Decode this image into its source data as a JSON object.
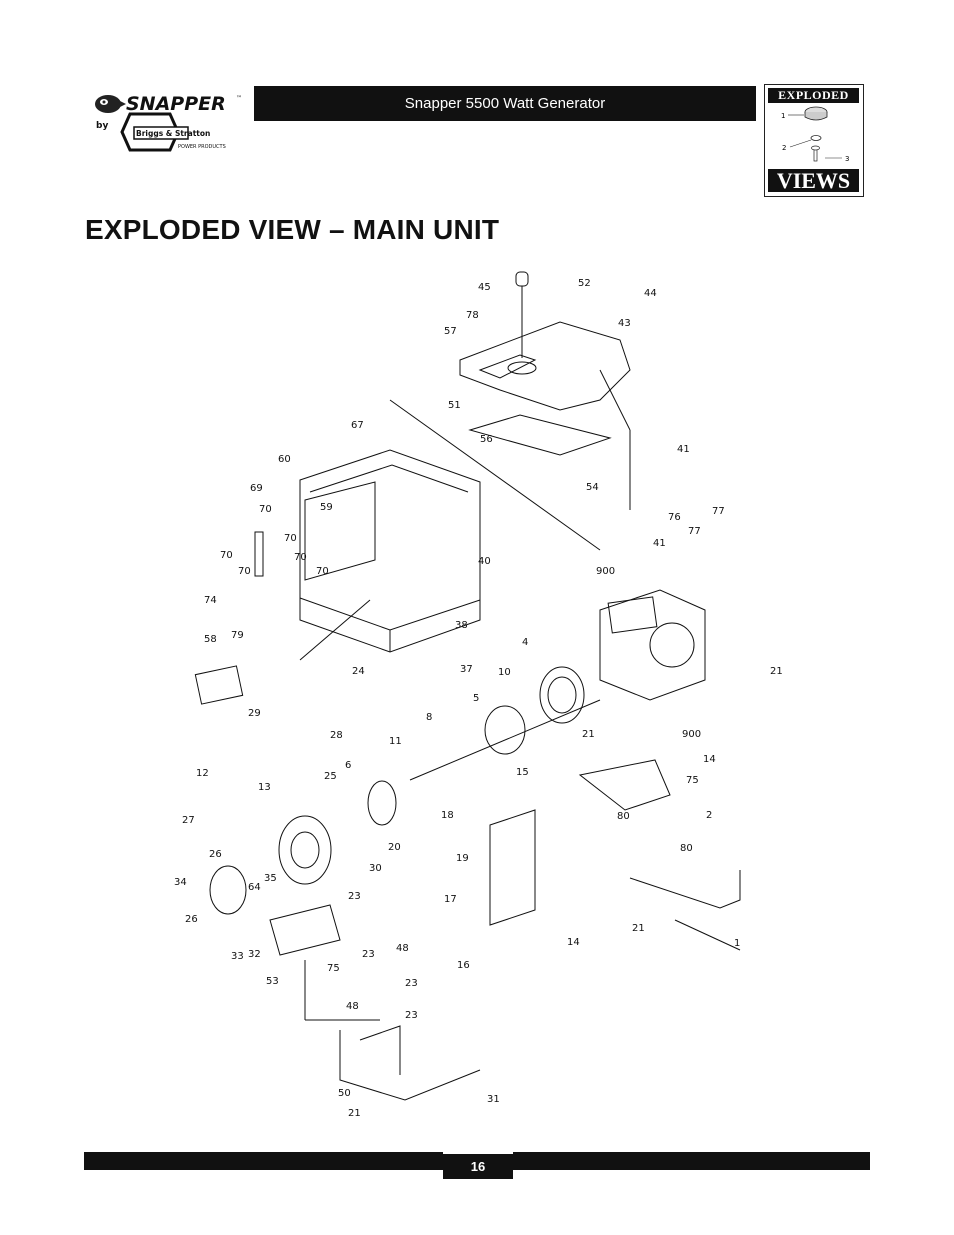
{
  "logo": {
    "brand": "SNAPPER",
    "tm": "™",
    "by": "by",
    "maker": "Briggs & Stratton",
    "maker_sub": "POWER PRODUCTS"
  },
  "header": {
    "title": "Snapper 5500 Watt Generator"
  },
  "views_box": {
    "top_label": "EXPLODED",
    "bottom_label": "VIEWS",
    "callouts": [
      "1",
      "2",
      "3"
    ]
  },
  "page": {
    "title": "EXPLODED VIEW – MAIN UNIT",
    "number": "16"
  },
  "diagram": {
    "callouts": [
      "45",
      "52",
      "44",
      "43",
      "78",
      "57",
      "51",
      "56",
      "54",
      "67",
      "60",
      "69",
      "59",
      "70",
      "70",
      "70",
      "70",
      "70",
      "70",
      "40",
      "41",
      "77",
      "76",
      "77",
      "41",
      "74",
      "79",
      "38",
      "58",
      "24",
      "37",
      "900",
      "4",
      "10",
      "21",
      "5",
      "8",
      "21",
      "900",
      "14",
      "29",
      "28",
      "11",
      "6",
      "15",
      "75",
      "12",
      "13",
      "25",
      "27",
      "26",
      "35",
      "64",
      "18",
      "19",
      "80",
      "2",
      "80",
      "30",
      "20",
      "34",
      "17",
      "23",
      "26",
      "33",
      "32",
      "75",
      "23",
      "48",
      "14",
      "16",
      "21",
      "1",
      "53",
      "23",
      "48",
      "23",
      "50",
      "31",
      "21"
    ]
  }
}
